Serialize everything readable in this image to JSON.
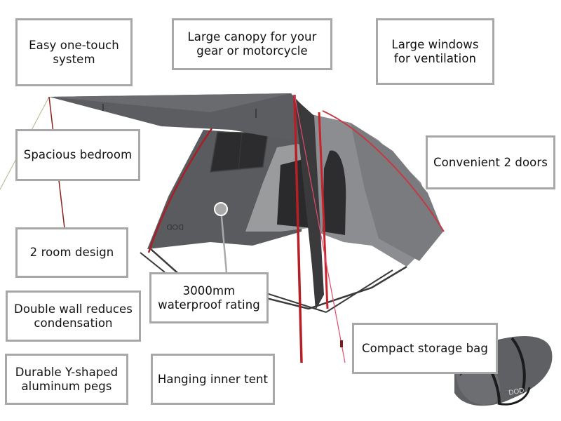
{
  "product": {
    "brand_mark": "DOD",
    "bag_brand_mark": "DOD"
  },
  "colors": {
    "callout_border": "#a8a8a8",
    "callout_text": "#111111",
    "tent_fabric_dark": "#55575a",
    "tent_fabric_light": "#8e8f91",
    "pole_red": "#c0222b",
    "guyline_pink": "#e04a6a",
    "pointer_grey": "#a9a9a9"
  },
  "callouts": [
    {
      "id": "easy-setup",
      "text": "Easy one-touch\nsystem"
    },
    {
      "id": "large-canopy",
      "text": "Large canopy for your\ngear or motorcycle"
    },
    {
      "id": "large-windows",
      "text": "Large windows\nfor ventilation"
    },
    {
      "id": "spacious-bedroom",
      "text": "Spacious bedroom"
    },
    {
      "id": "two-doors",
      "text": "Convenient 2 doors"
    },
    {
      "id": "two-room",
      "text": "2 room design"
    },
    {
      "id": "waterproof",
      "text": "3000mm\nwaterproof rating"
    },
    {
      "id": "double-wall",
      "text": "Double wall reduces\ncondensation"
    },
    {
      "id": "storage-bag",
      "text": "Compact storage bag"
    },
    {
      "id": "aluminum-pegs",
      "text": "Durable Y-shaped\naluminum pegs"
    },
    {
      "id": "inner-tent",
      "text": "Hanging inner tent"
    }
  ]
}
